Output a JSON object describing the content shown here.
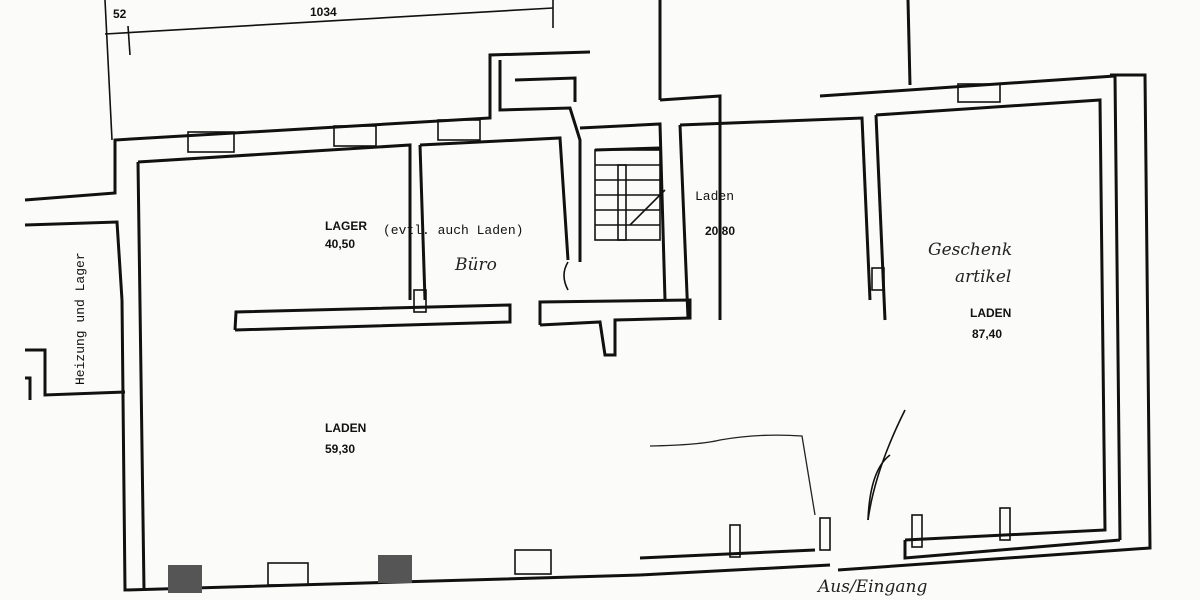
{
  "dimensions": {
    "d1": "52",
    "d2": "1034"
  },
  "rooms": [
    {
      "name": "LAGER",
      "area": "40,50"
    },
    {
      "name": "Laden",
      "area": "20,80"
    },
    {
      "name": "LADEN",
      "area": "87,40"
    },
    {
      "name": "LADEN",
      "area": "59,30"
    }
  ],
  "annotations": {
    "lager_note": "(evtl. auch Laden)",
    "side_room": "Heizung und Lager",
    "office": "Büro",
    "gift_line1": "Geschenk",
    "gift_line2": "artikel",
    "entrance": "Aus/Eingang"
  }
}
